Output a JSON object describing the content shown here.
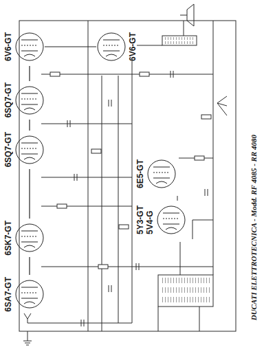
{
  "diagram": {
    "title": "DUCATI ELETTROTECNICA - Modd. RF 4085 - RR 4080",
    "nodes": [
      {
        "text": [
          "6SA7-GT"
        ]
      },
      {
        "text": [
          "6SK7-GT"
        ]
      },
      {
        "text": [
          "6SQ7-GT"
        ]
      },
      {
        "text": [
          "6SQ7-GT"
        ]
      },
      {
        "text": [
          "6V6-GT"
        ]
      },
      {
        "text": [
          "6V6-GT"
        ]
      },
      {
        "text": [
          "5Y3-GT",
          "5V4-G"
        ]
      },
      {
        "text": [
          "6E5-GT"
        ]
      }
    ],
    "edges": [
      {
        "from": 0,
        "to": 1,
        "arrow": "none"
      },
      {
        "from": 1,
        "to": 2,
        "arrow": "none"
      },
      {
        "from": 2,
        "to": 3,
        "arrow": "none"
      },
      {
        "from": 3,
        "to": 4,
        "arrow": "none"
      },
      {
        "from": 4,
        "to": 5,
        "arrow": "none"
      }
    ]
  }
}
